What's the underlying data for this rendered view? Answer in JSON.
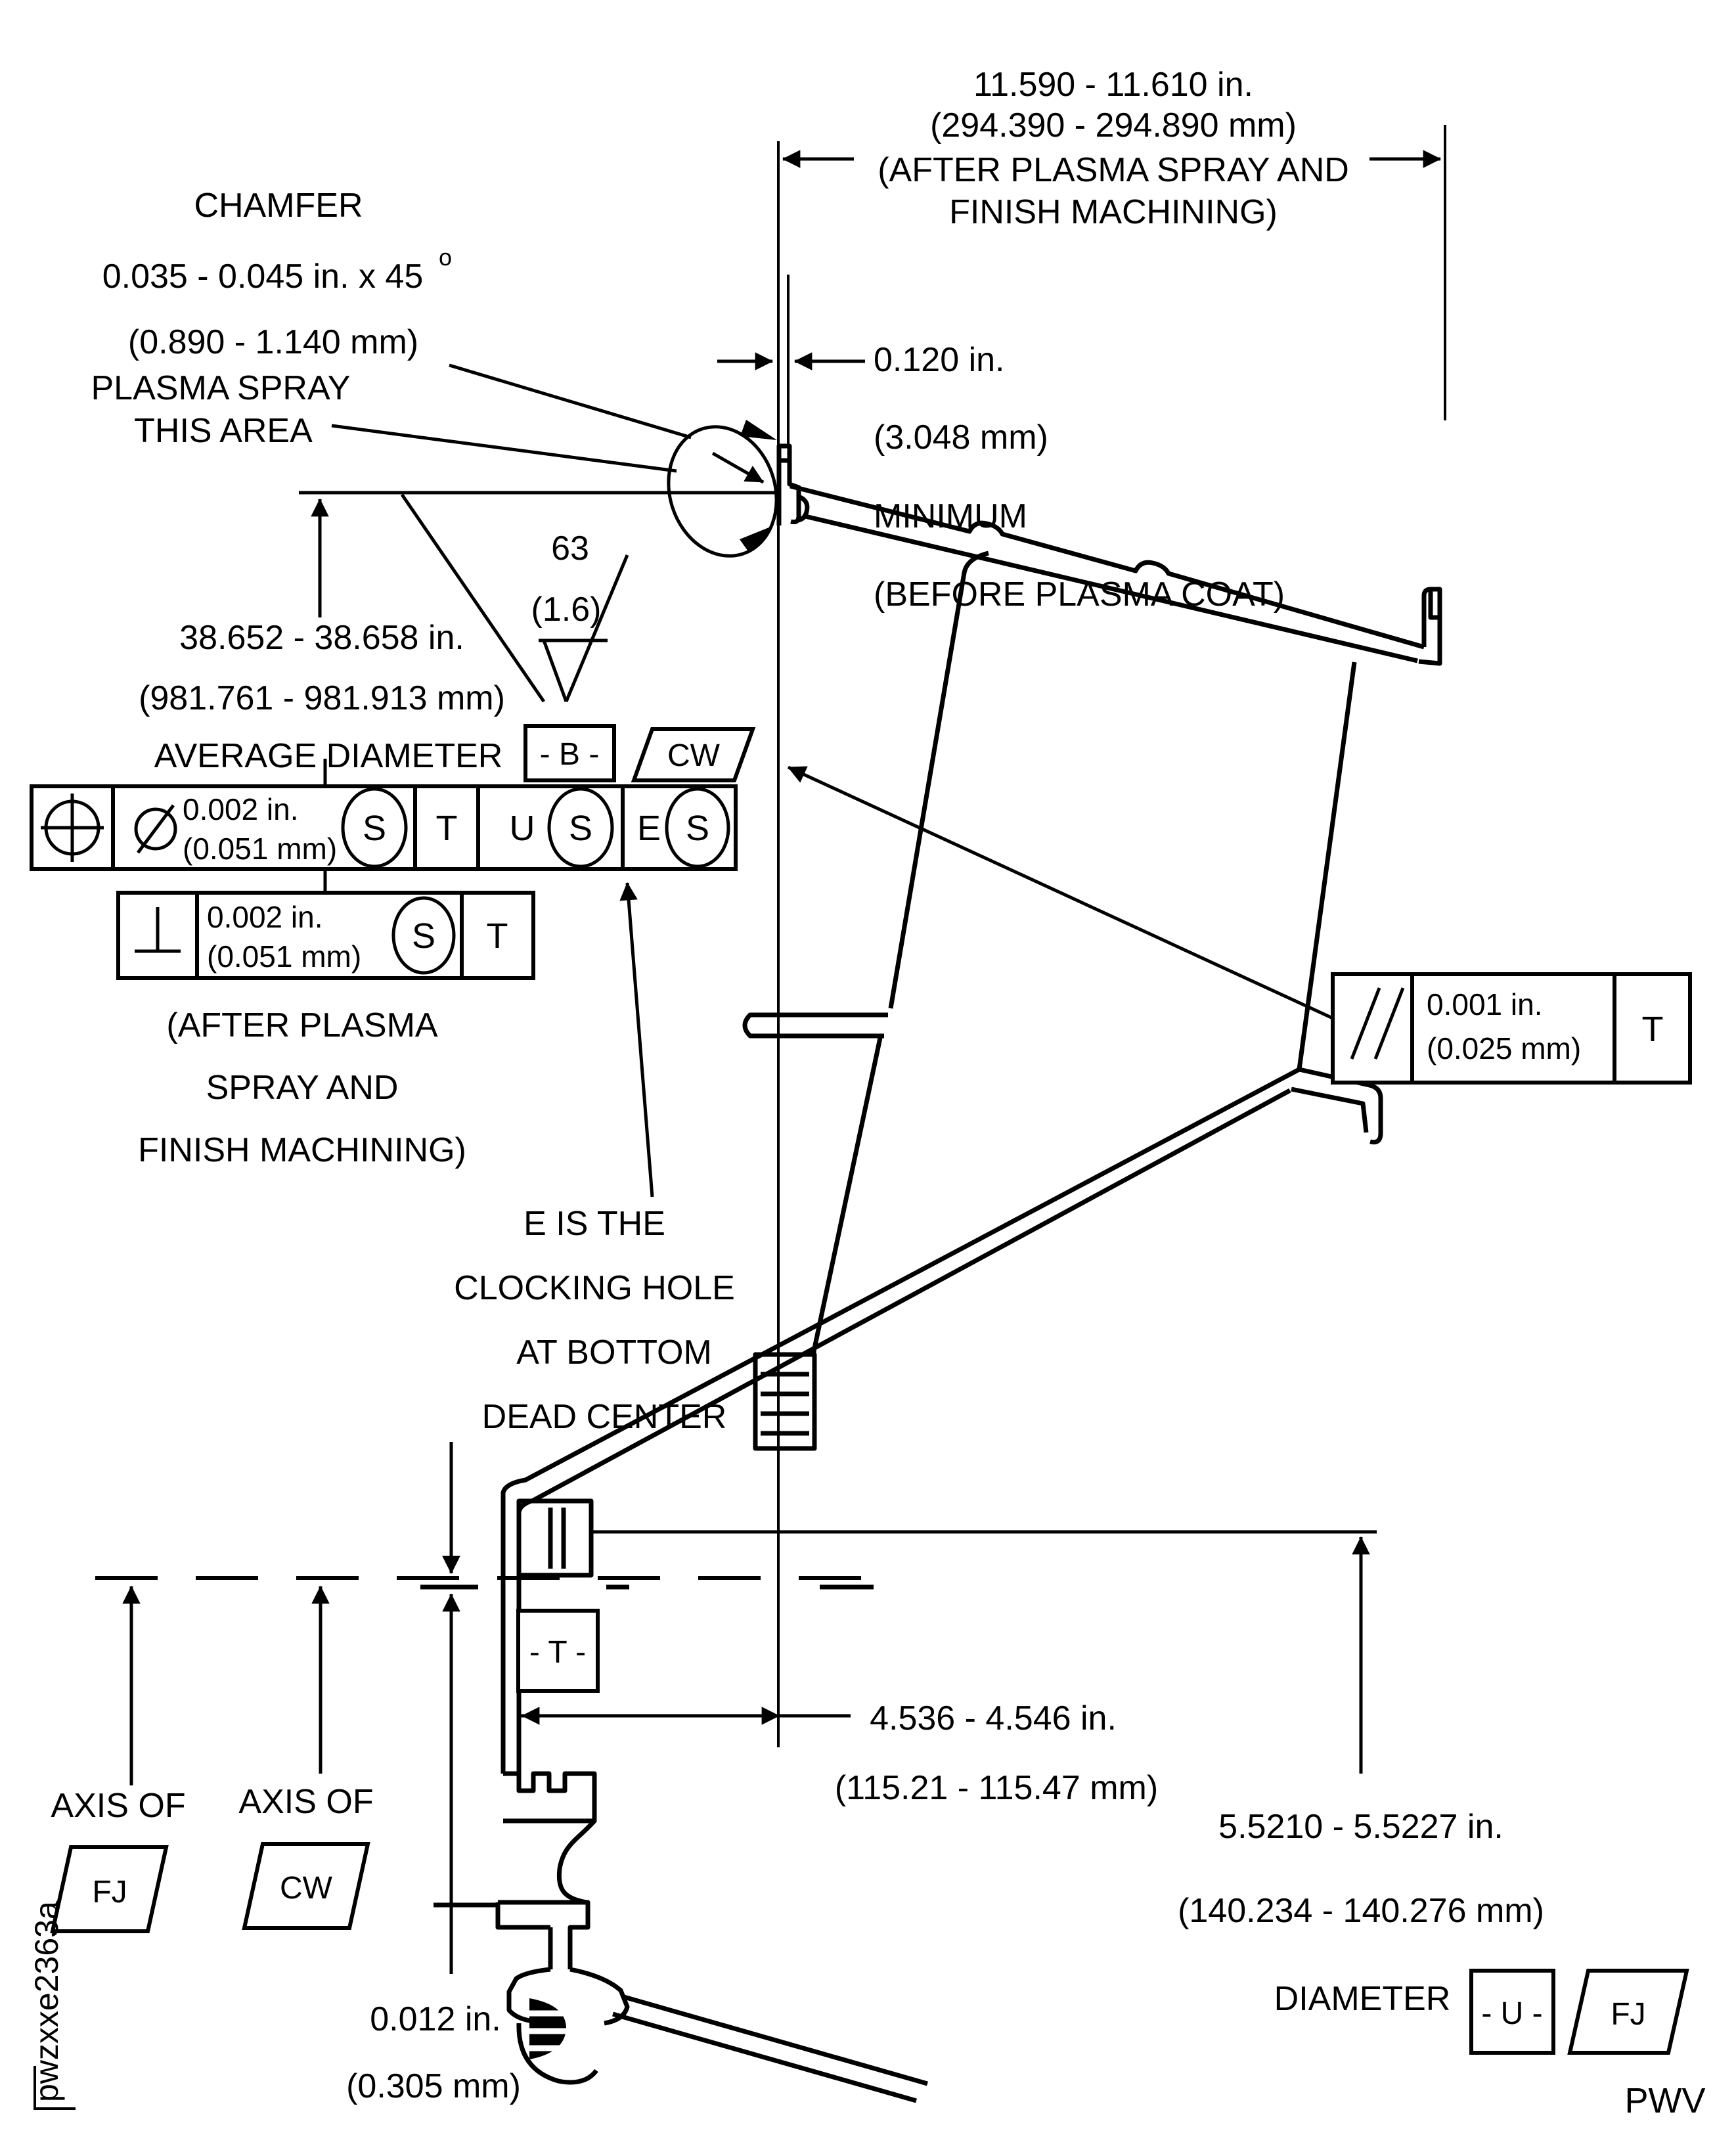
{
  "colors": {
    "line": "#000000",
    "background": "#ffffff"
  },
  "top_dimension": {
    "line1": "11.590 - 11.610 in.",
    "line2": "(294.390 - 294.890 mm)",
    "line3": "(AFTER PLASMA SPRAY AND",
    "line4": "FINISH MACHINING)"
  },
  "chamfer_note": {
    "line1": "CHAMFER",
    "line2": "0.035 - 0.045 in. x 45",
    "sup": "o",
    "line3": "(0.890 - 1.140 mm)"
  },
  "plasma_note": {
    "line1": "PLASMA SPRAY",
    "line2": "THIS AREA"
  },
  "coating_note": {
    "line1": "0.120 in.",
    "line2": "(3.048 mm)",
    "line3": "MINIMUM",
    "line4": "(BEFORE PLASMA COAT)"
  },
  "surface_finish": {
    "value": "63",
    "metric": "(1.6)"
  },
  "avg_diameter_callout": {
    "line1": "38.652 - 38.658 in.",
    "line2": "(981.761 - 981.913 mm)",
    "line3": "AVERAGE DIAMETER",
    "datum": "- B -",
    "flag": "CW"
  },
  "position_frame": {
    "tол_icon": "position-symbol",
    "tol_in": "0.002 in.",
    "tol_mm": "(0.051 mm)",
    "mod1": "S",
    "datum1": "T",
    "datum2": "U",
    "mod2": "S",
    "datum3": "E",
    "mod3": "S"
  },
  "perpendicularity_frame": {
    "tol_in": "0.002 in.",
    "tol_mm": "(0.051 mm)",
    "mod": "S",
    "datum": "T"
  },
  "after_plasma_note": {
    "line1": "(AFTER PLASMA",
    "line2": "SPRAY AND",
    "line3": "FINISH MACHINING)"
  },
  "clocking_note": {
    "line1": "E IS THE",
    "line2": "CLOCKING HOLE",
    "line3": "AT BOTTOM",
    "line4": "DEAD CENTER"
  },
  "parallelism_frame": {
    "tol_in": "0.001 in.",
    "tol_mm": "(0.025 mm)",
    "datum": "T"
  },
  "datum_t": {
    "label": "- T -"
  },
  "dim_4536": {
    "line1": "4.536 - 4.546 in.",
    "line2": "(115.21 - 115.47 mm)"
  },
  "dim_5521": {
    "line1": "5.5210 - 5.5227 in.",
    "line2": "(140.234 - 140.276 mm)",
    "line3": "DIAMETER",
    "datum": "- U -",
    "flag": "FJ"
  },
  "offset_dim": {
    "line1": "0.012 in.",
    "line2": "(0.305 mm)"
  },
  "axis_fj": {
    "label": "AXIS OF",
    "flag": "FJ"
  },
  "axis_cw": {
    "label": "AXIS OF",
    "flag": "CW"
  },
  "footer": {
    "code": "pwzxxe2363a",
    "mark": "PWV"
  }
}
